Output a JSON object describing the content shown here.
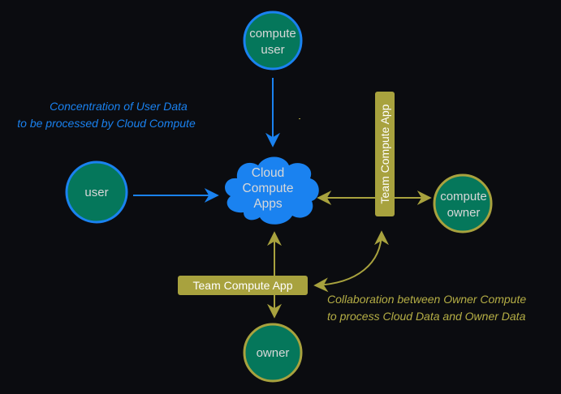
{
  "colors": {
    "background": "#0b0c10",
    "node_fill": "#05775b",
    "user_border": "#1a82f0",
    "owner_border": "#a8a23e",
    "cloud_fill": "#1a82f0",
    "blue_arrow": "#1a82f0",
    "olive_arrow": "#a8a23e",
    "badge_fill": "#a8a23e",
    "node_text": "#d8d8d8",
    "blue_text": "#1a82f0",
    "olive_text": "#b5ae45"
  },
  "nodes": {
    "compute_user": {
      "line1": "compute",
      "line2": "user"
    },
    "user": {
      "label": "user"
    },
    "compute_owner": {
      "line1": "compute",
      "line2": "owner"
    },
    "owner": {
      "label": "owner"
    }
  },
  "cloud": {
    "line1": "Cloud",
    "line2": "Compute",
    "line3": "Apps"
  },
  "badges": {
    "vertical": "Team Compute App",
    "horizontal": "Team Compute App"
  },
  "annotations": {
    "user_data": {
      "line1": "Concentration of User Data",
      "line2": "to be processed by Cloud Compute"
    },
    "collaboration": {
      "line1": "Collaboration between Owner Compute",
      "line2": "to process Cloud Data and Owner Data"
    }
  }
}
